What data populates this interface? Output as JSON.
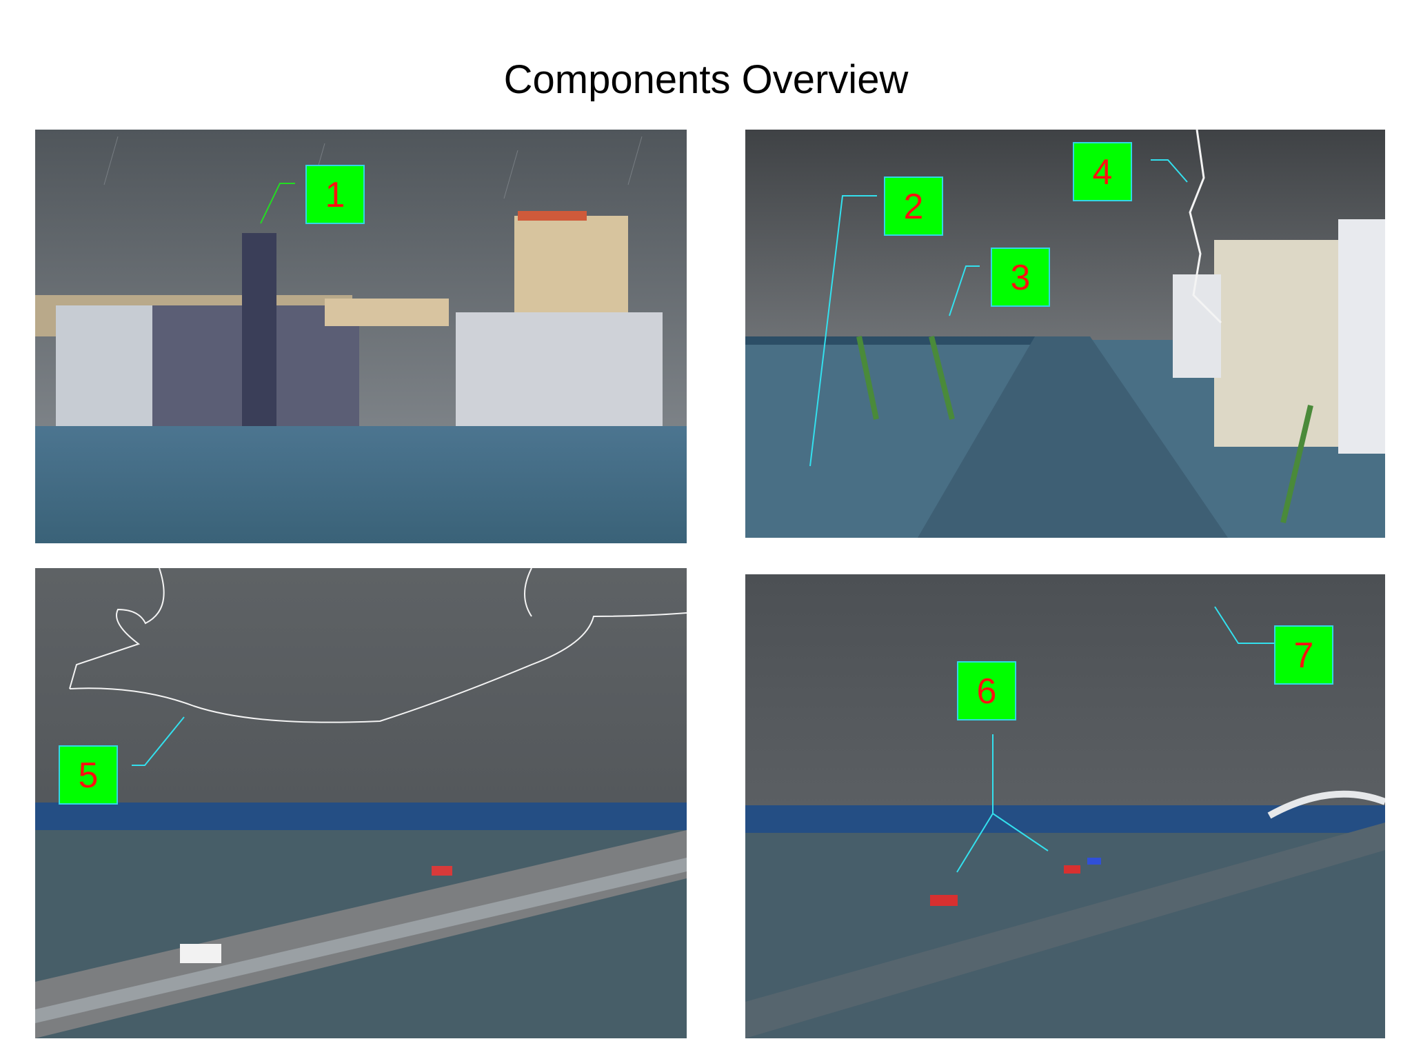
{
  "page": {
    "title": "Components Overview"
  },
  "callouts": [
    "1",
    "2",
    "3",
    "4",
    "5",
    "6",
    "7"
  ],
  "colors": {
    "callout_fill": "#00ff00",
    "callout_text": "#ff1010",
    "callout_border": "#33d6e6",
    "leader_green": "#22dd22",
    "leader_cyan": "#33e0ee",
    "sky": "#5c6266",
    "water": "#3f6a86"
  }
}
